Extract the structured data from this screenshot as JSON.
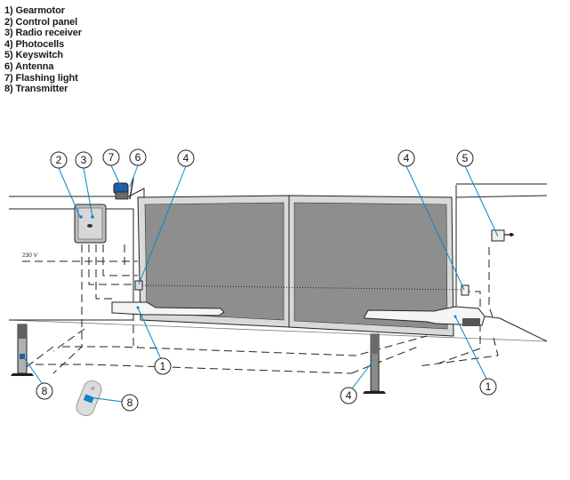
{
  "legend": [
    "1) Gearmotor",
    "2) Control panel",
    "3) Radio receiver",
    "4) Photocells",
    "5) Keyswitch",
    "6) Antenna",
    "7) Flashing light",
    "8) Transmitter"
  ],
  "voltage_label": "230 V",
  "callouts": {
    "c2": "2",
    "c3": "3",
    "c7": "7",
    "c6": "6",
    "c4a": "4",
    "c4b": "4",
    "c5": "5",
    "c1a": "1",
    "c1b": "1",
    "c8a": "8",
    "c8b": "8",
    "c4c": "4"
  },
  "colors": {
    "leader": "#0a86c8",
    "gate_fill": "#8e8e8e",
    "gate_frame": "#d9d9d9"
  }
}
